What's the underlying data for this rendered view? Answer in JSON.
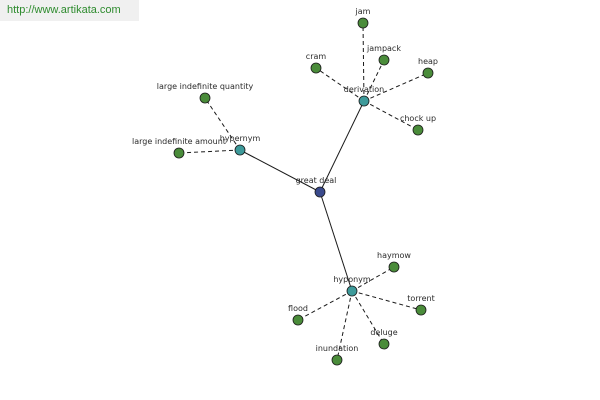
{
  "watermark": "http://www.artikata.com",
  "colors": {
    "center": "#3a4a8c",
    "relation": "#3d9a9a",
    "leaf": "#4a8c3a"
  },
  "center": {
    "label": "great deal"
  },
  "relations": [
    {
      "id": "hypernym",
      "label": "hypernym",
      "leaves": [
        "large indefinite quantity",
        "large indefinite amount"
      ]
    },
    {
      "id": "derivation",
      "label": "derivation",
      "leaves": [
        "jam",
        "cram",
        "jampack",
        "heap",
        "chock up"
      ]
    },
    {
      "id": "hyponym",
      "label": "hyponym",
      "leaves": [
        "haymow",
        "torrent",
        "flood",
        "deluge",
        "inundation"
      ]
    }
  ]
}
